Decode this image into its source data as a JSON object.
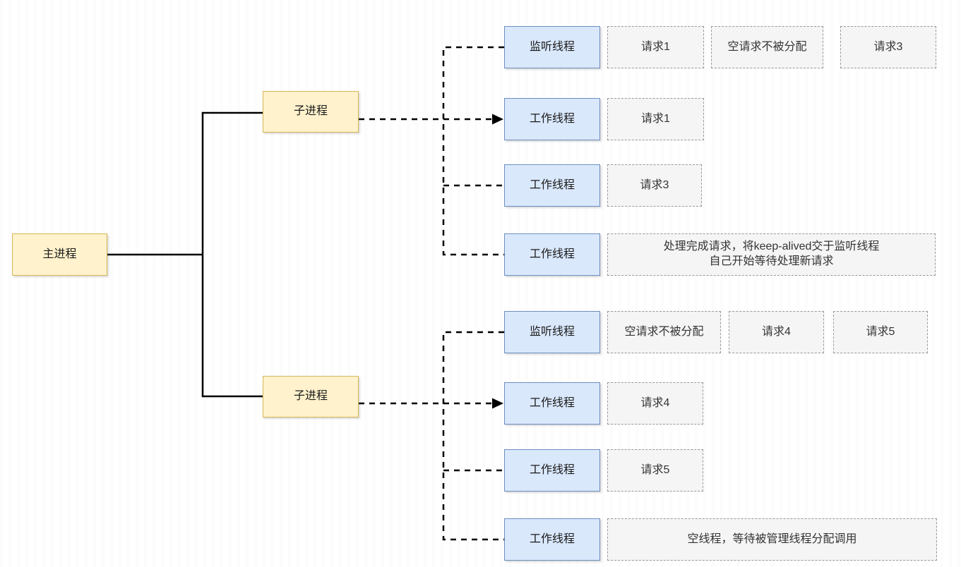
{
  "palette": {
    "process_fill": "#fff2cc",
    "process_border": "#d6b656",
    "thread_fill": "#dae8fc",
    "thread_border": "#6c8ebf",
    "request_fill": "#f5f5f5",
    "request_border": "#999999",
    "connector_color": "#000000",
    "background": "#ffffff"
  },
  "main_process": {
    "label": "主进程"
  },
  "groups": [
    {
      "process_label": "子进程",
      "rows": [
        {
          "thread_label": "监听线程",
          "requests": [
            "请求1",
            "空请求不被分配",
            "请求3"
          ]
        },
        {
          "thread_label": "工作线程",
          "requests": [
            "请求1"
          ]
        },
        {
          "thread_label": "工作线程",
          "requests": [
            "请求3"
          ]
        },
        {
          "thread_label": "工作线程",
          "note_lines": [
            "处理完成请求，将keep-alived交于监听线程",
            "自己开始等待处理新请求"
          ]
        }
      ]
    },
    {
      "process_label": "子进程",
      "rows": [
        {
          "thread_label": "监听线程",
          "requests": [
            "空请求不被分配",
            "请求4",
            "请求5"
          ]
        },
        {
          "thread_label": "工作线程",
          "requests": [
            "请求4"
          ]
        },
        {
          "thread_label": "工作线程",
          "requests": [
            "请求5"
          ]
        },
        {
          "thread_label": "工作线程",
          "note_lines": [
            "空线程，等待被管理线程分配调用"
          ]
        }
      ]
    }
  ]
}
